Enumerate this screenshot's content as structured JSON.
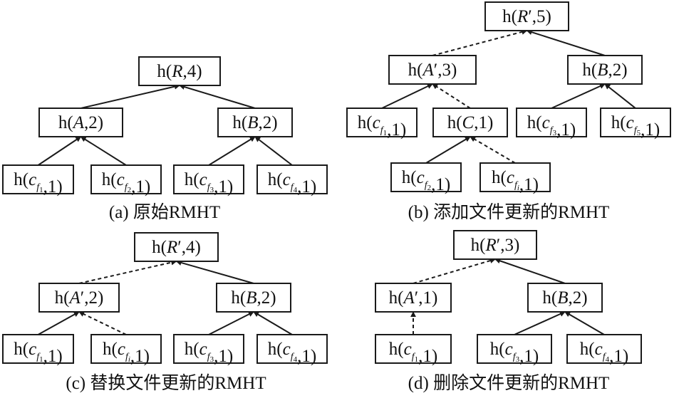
{
  "diagrams": [
    {
      "id": "a",
      "caption": "(a) 原始RMHT",
      "nodes": [
        {
          "id": "a-root",
          "label": [
            "h(",
            {
              "i": "R"
            },
            ",4)"
          ]
        },
        {
          "id": "a-A",
          "label": [
            "h(",
            {
              "i": "A"
            },
            ",2)"
          ]
        },
        {
          "id": "a-B",
          "label": [
            "h(",
            {
              "i": "B"
            },
            ",2)"
          ]
        },
        {
          "id": "a-f1",
          "label": [
            "h(",
            {
              "i": "c"
            },
            {
              "sub": "f1"
            },
            ",1)"
          ]
        },
        {
          "id": "a-f2",
          "label": [
            "h(",
            {
              "i": "c"
            },
            {
              "sub": "f2"
            },
            ",1)"
          ]
        },
        {
          "id": "a-f3",
          "label": [
            "h(",
            {
              "i": "c"
            },
            {
              "sub": "f3"
            },
            ",1)"
          ]
        },
        {
          "id": "a-f4",
          "label": [
            "h(",
            {
              "i": "c"
            },
            {
              "sub": "f4"
            },
            ",1)"
          ]
        }
      ],
      "edges": [
        {
          "from": "a-A",
          "to": "a-root",
          "style": "solid"
        },
        {
          "from": "a-B",
          "to": "a-root",
          "style": "solid"
        },
        {
          "from": "a-f1",
          "to": "a-A",
          "style": "solid"
        },
        {
          "from": "a-f2",
          "to": "a-A",
          "style": "solid"
        },
        {
          "from": "a-f3",
          "to": "a-B",
          "style": "solid"
        },
        {
          "from": "a-f4",
          "to": "a-B",
          "style": "solid"
        }
      ]
    },
    {
      "id": "b",
      "caption": "(b) 添加文件更新的RMHT",
      "nodes": [
        {
          "id": "b-root",
          "label": [
            "h(",
            {
              "i": "R"
            },
            "′,5)"
          ]
        },
        {
          "id": "b-A",
          "label": [
            "h(",
            {
              "i": "A"
            },
            "′,3)"
          ]
        },
        {
          "id": "b-B",
          "label": [
            "h(",
            {
              "i": "B"
            },
            ",2)"
          ]
        },
        {
          "id": "b-f1",
          "label": [
            "h(",
            {
              "i": "c"
            },
            {
              "sub": "f1"
            },
            ",1)"
          ]
        },
        {
          "id": "b-C",
          "label": [
            "h(",
            {
              "i": "C"
            },
            ",1)"
          ]
        },
        {
          "id": "b-f3",
          "label": [
            "h(",
            {
              "i": "c"
            },
            {
              "sub": "f3"
            },
            ",1)"
          ]
        },
        {
          "id": "b-f5",
          "label": [
            "h(",
            {
              "i": "c"
            },
            {
              "sub": "f5"
            },
            ",1)"
          ]
        },
        {
          "id": "b-f2",
          "label": [
            "h(",
            {
              "i": "c"
            },
            {
              "sub": "f2"
            },
            ",1)"
          ]
        },
        {
          "id": "b-fi",
          "label": [
            "h(",
            {
              "i": "c"
            },
            {
              "sub": "fi"
            },
            ",1)"
          ]
        }
      ],
      "edges": [
        {
          "from": "b-A",
          "to": "b-root",
          "style": "dashed"
        },
        {
          "from": "b-B",
          "to": "b-root",
          "style": "solid"
        },
        {
          "from": "b-f1",
          "to": "b-A",
          "style": "solid"
        },
        {
          "from": "b-C",
          "to": "b-A",
          "style": "dashed"
        },
        {
          "from": "b-f3",
          "to": "b-B",
          "style": "solid"
        },
        {
          "from": "b-f5",
          "to": "b-B",
          "style": "solid"
        },
        {
          "from": "b-f2",
          "to": "b-C",
          "style": "solid"
        },
        {
          "from": "b-fi",
          "to": "b-C",
          "style": "dashed"
        }
      ]
    },
    {
      "id": "c",
      "caption": "(c) 替换文件更新的RMHT",
      "nodes": [
        {
          "id": "c-root",
          "label": [
            "h(",
            {
              "i": "R"
            },
            "′,4)"
          ]
        },
        {
          "id": "c-A",
          "label": [
            "h(",
            {
              "i": "A"
            },
            "′,2)"
          ]
        },
        {
          "id": "c-B",
          "label": [
            "h(",
            {
              "i": "B"
            },
            ",2)"
          ]
        },
        {
          "id": "c-f1",
          "label": [
            "h(",
            {
              "i": "c"
            },
            {
              "sub": "f1"
            },
            ",1)"
          ]
        },
        {
          "id": "c-fi",
          "label": [
            "h(",
            {
              "i": "c"
            },
            {
              "sub": "fi"
            },
            ",1)"
          ]
        },
        {
          "id": "c-f3",
          "label": [
            "h(",
            {
              "i": "c"
            },
            {
              "sub": "f3"
            },
            ",1)"
          ]
        },
        {
          "id": "c-f4",
          "label": [
            "h(",
            {
              "i": "c"
            },
            {
              "sub": "f4"
            },
            ",1)"
          ]
        }
      ],
      "edges": [
        {
          "from": "c-A",
          "to": "c-root",
          "style": "dashed"
        },
        {
          "from": "c-B",
          "to": "c-root",
          "style": "solid"
        },
        {
          "from": "c-f1",
          "to": "c-A",
          "style": "solid"
        },
        {
          "from": "c-fi",
          "to": "c-A",
          "style": "dashed"
        },
        {
          "from": "c-f3",
          "to": "c-B",
          "style": "solid"
        },
        {
          "from": "c-f4",
          "to": "c-B",
          "style": "solid"
        }
      ]
    },
    {
      "id": "d",
      "caption": "(d) 删除文件更新的RMHT",
      "nodes": [
        {
          "id": "d-root",
          "label": [
            "h(",
            {
              "i": "R"
            },
            "′,3)"
          ]
        },
        {
          "id": "d-A",
          "label": [
            "h(",
            {
              "i": "A"
            },
            "′,1)"
          ]
        },
        {
          "id": "d-B",
          "label": [
            "h(",
            {
              "i": "B"
            },
            ",2)"
          ]
        },
        {
          "id": "d-f1",
          "label": [
            "h(",
            {
              "i": "c"
            },
            {
              "sub": "f1"
            },
            ",1)"
          ]
        },
        {
          "id": "d-f3",
          "label": [
            "h(",
            {
              "i": "c"
            },
            {
              "sub": "f3"
            },
            ",1)"
          ]
        },
        {
          "id": "d-f4",
          "label": [
            "h(",
            {
              "i": "c"
            },
            {
              "sub": "f4"
            },
            ",1)"
          ]
        }
      ],
      "edges": [
        {
          "from": "d-A",
          "to": "d-root",
          "style": "dashed"
        },
        {
          "from": "d-B",
          "to": "d-root",
          "style": "solid"
        },
        {
          "from": "d-f1",
          "to": "d-A",
          "style": "dashed"
        },
        {
          "from": "d-f3",
          "to": "d-B",
          "style": "solid"
        },
        {
          "from": "d-f4",
          "to": "d-B",
          "style": "solid"
        }
      ]
    }
  ]
}
